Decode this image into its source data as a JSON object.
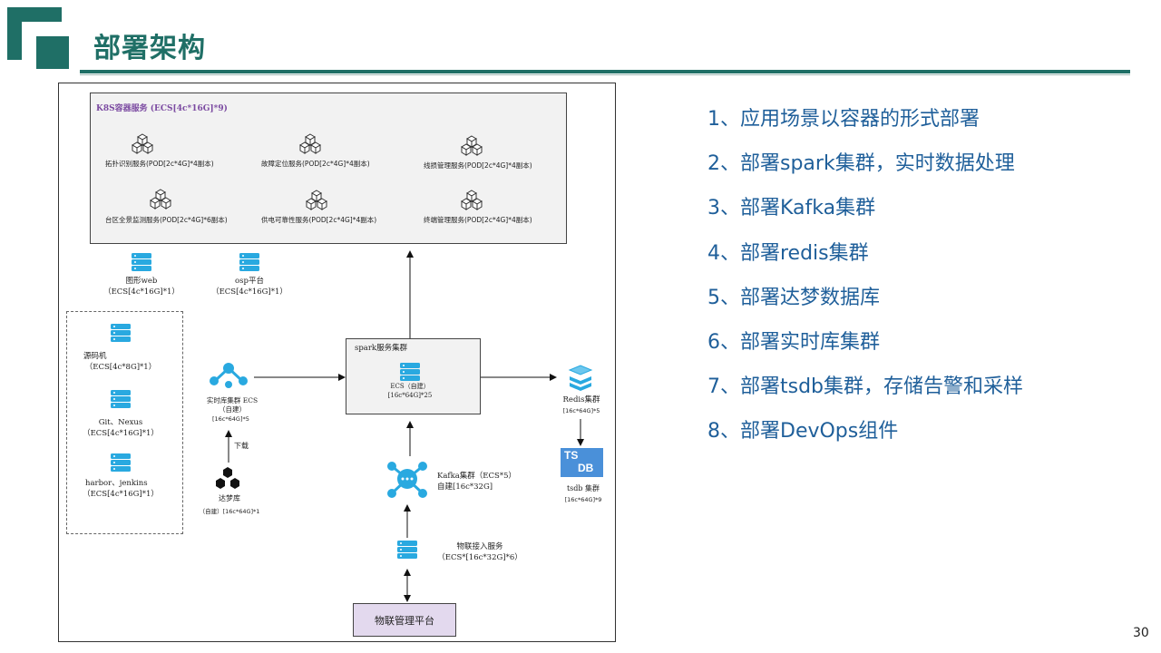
{
  "title": "部署架构",
  "page_number": "30",
  "colors": {
    "brand": "#1f6f66",
    "accent_text": "#1f5f9a",
    "icon": "#29a9e0",
    "k8s_title": "#7b4aa1",
    "iot_box": "#e3d9ee"
  },
  "diagram": {
    "k8s": {
      "title": "K8S容器服务 (ECS[4c*16G]*9)",
      "services": [
        "拓扑识别服务(POD[2c*4G]*4副本)",
        "故障定位服务(POD[2c*4G]*4副本)",
        "线损管理服务(POD[2c*4G]*4副本)",
        "台区全景监测服务(POD[2c*4G]*6副本)",
        "供电可靠性服务(POD[2c*4G]*4副本)",
        "终端管理服务(POD[2c*4G]*4副本)"
      ]
    },
    "web": {
      "name": "图形web",
      "spec": "（ECS[4c*16G]*1）"
    },
    "osp": {
      "name": "osp平台",
      "spec": "（ECS[4c*16G]*1）"
    },
    "devops": [
      {
        "name": "源码机",
        "spec": "（ECS[4c*8G]*1）"
      },
      {
        "name": "Git、Nexus",
        "spec": "（ECS[4c*16G]*1）"
      },
      {
        "name": "harbor、jenkins",
        "spec": "（ECS[4c*16G]*1）"
      }
    ],
    "realtime": {
      "name": "实时库集群 ECS",
      "mode": "（自建）",
      "spec": "[16c*64G]*5"
    },
    "dameng": {
      "name": "达梦库",
      "spec": "（自建）[16c*64G]*1",
      "edge": "下载"
    },
    "spark": {
      "title": "spark服务集群",
      "mode": "ECS（自建）",
      "spec": "[16c*64G]*25"
    },
    "redis": {
      "name": "Redis集群",
      "spec": "[16c*64G]*5"
    },
    "tsdb": {
      "logo_top": "TS",
      "logo_bottom": "DB",
      "name": "tsdb 集群",
      "spec": "[16c*64G]*9"
    },
    "kafka": {
      "name": "Kafka集群（ECS*5）",
      "spec": "自建[16c*32G]"
    },
    "iot_access": {
      "name": "物联接入服务",
      "spec": "（ECS*[16c*32G]*6）"
    },
    "iot_platform": "物联管理平台"
  },
  "points": [
    "1、应用场景以容器的形式部署",
    "2、部署spark集群，实时数据处理",
    "3、部署Kafka集群",
    "4、部署redis集群",
    "5、部署达梦数据库",
    "6、部署实时库集群",
    "7、部署tsdb集群，存储告警和采样",
    "8、部署DevOps组件"
  ]
}
